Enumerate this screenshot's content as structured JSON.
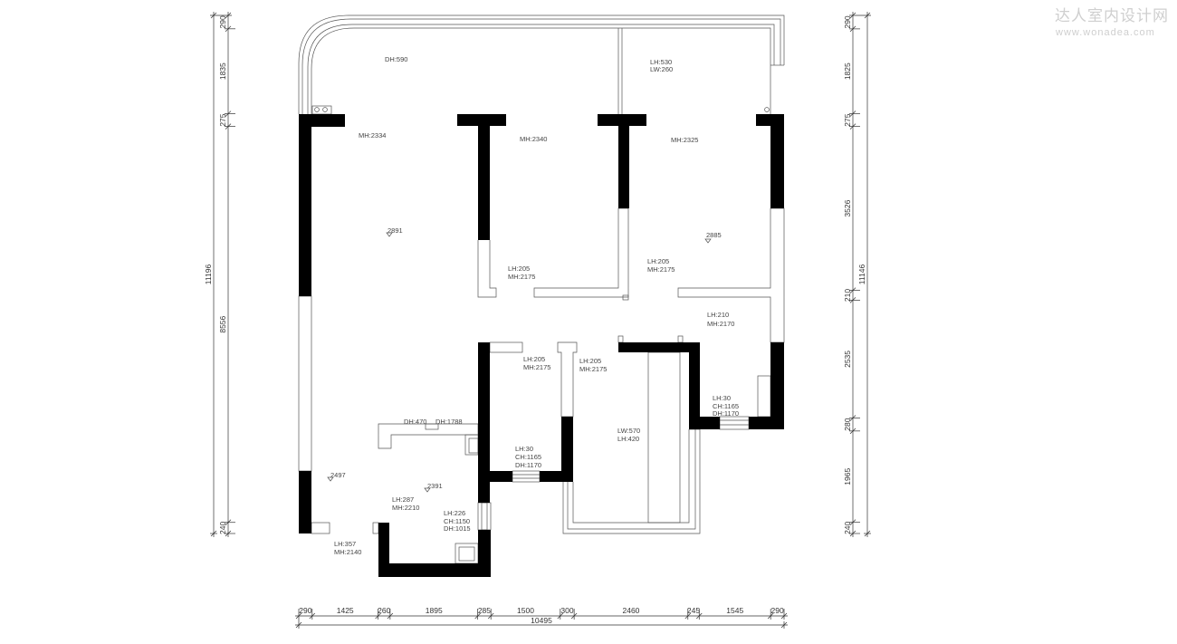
{
  "watermark": {
    "title": "达人室内设计网",
    "url": "www.wonadea.com"
  },
  "room_labels": {
    "dh590": "DH:590",
    "lh530": "LH:530",
    "lw260": "LW:260",
    "mh2334": "MH:2334",
    "mh2340": "MH:2340",
    "mh2325": "MH:2325",
    "h2891": "2891",
    "h2885": "2885",
    "lh205_a": "LH:205",
    "mh2175_a": "MH:2175",
    "lh205_b": "LH:205",
    "mh2175_b": "MH:2175",
    "lh210": "LH:210",
    "mh2170": "MH:2170",
    "lh205_c": "LH:205",
    "mh2175_c": "MH:2175",
    "lh205_d": "LH:205",
    "mh2175_d": "MH:2175",
    "lh30_a": "LH:30",
    "ch1165_a": "CH:1165",
    "dh1170_a": "DH:1170",
    "dh470": "DH:470",
    "dh1788": "DH:1788",
    "lw570": "LW:570",
    "lh420": "LH:420",
    "lh30_b": "LH:30",
    "ch1165_b": "CH:1165",
    "dh1170_b": "DH:1170",
    "h2497": "2497",
    "h2391": "2391",
    "lh287": "LH:287",
    "mh2210": "MH:2210",
    "lh226": "LH:226",
    "ch1150": "CH:1150",
    "dh1015": "DH:1015",
    "lh357": "LH:357",
    "mh2140": "MH:2140"
  },
  "dims": {
    "bottom": [
      "290",
      "1425",
      "260",
      "1895",
      "285",
      "1500",
      "300",
      "2460",
      "245",
      "1545",
      "290"
    ],
    "bottom_total": "10495",
    "left": [
      "290",
      "1835",
      "275",
      "8556",
      "240"
    ],
    "left_total": "11196",
    "right": [
      "290",
      "1825",
      "275",
      "3526",
      "210",
      "2535",
      "280",
      "1965",
      "240"
    ],
    "right_total": "11146"
  }
}
